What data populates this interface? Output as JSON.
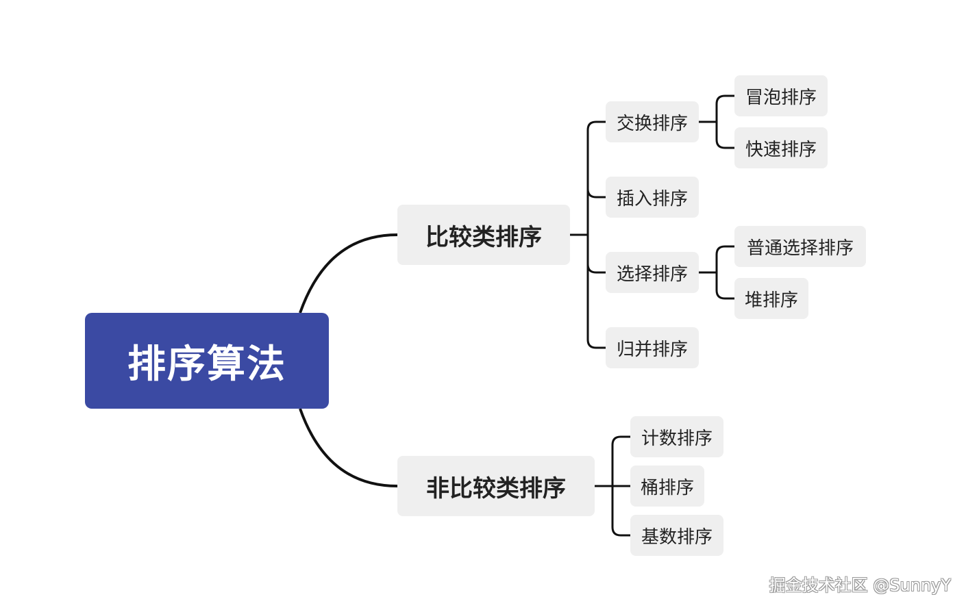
{
  "root": {
    "label": "排序算法",
    "color": "#3b4aa3"
  },
  "branches": [
    {
      "label": "比较类排序",
      "children": [
        {
          "label": "交换排序",
          "children": [
            {
              "label": "冒泡排序"
            },
            {
              "label": "快速排序"
            }
          ]
        },
        {
          "label": "插入排序"
        },
        {
          "label": "选择排序",
          "children": [
            {
              "label": "普通选择排序"
            },
            {
              "label": "堆排序"
            }
          ]
        },
        {
          "label": "归并排序"
        }
      ]
    },
    {
      "label": "非比较类排序",
      "children": [
        {
          "label": "计数排序"
        },
        {
          "label": "桶排序"
        },
        {
          "label": "基数排序"
        }
      ]
    }
  ],
  "watermark": "掘金技术社区 @SunnyY",
  "colors": {
    "node_fill": "#efefef",
    "connector": "#111111",
    "root_text": "#ffffff"
  }
}
